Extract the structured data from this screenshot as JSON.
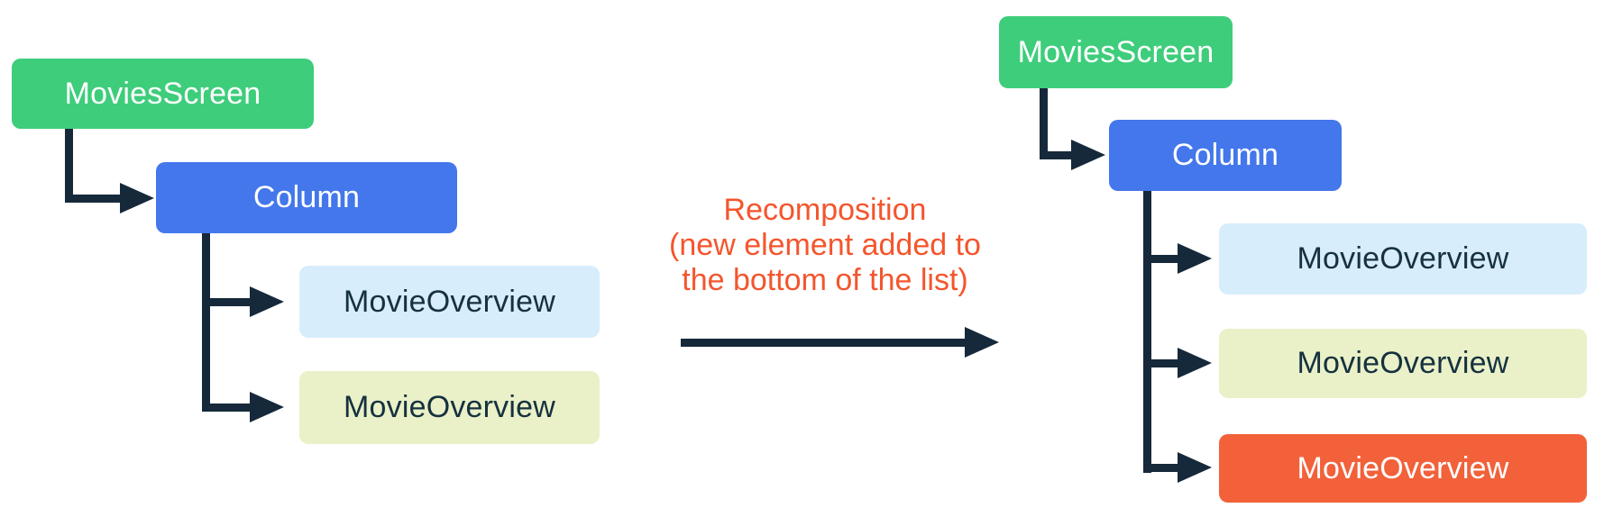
{
  "caption": {
    "line1": "Recomposition",
    "line2": "(new element added to",
    "line3": "the bottom of the list)"
  },
  "before_tree": {
    "root": "MoviesScreen",
    "container": "Column",
    "items": [
      {
        "label": "MovieOverview",
        "variant": "light-blue"
      },
      {
        "label": "MovieOverview",
        "variant": "light-yellow"
      }
    ]
  },
  "after_tree": {
    "root": "MoviesScreen",
    "container": "Column",
    "items": [
      {
        "label": "MovieOverview",
        "variant": "light-blue"
      },
      {
        "label": "MovieOverview",
        "variant": "light-yellow"
      },
      {
        "label": "MovieOverview",
        "variant": "orange",
        "highlighted": true
      }
    ]
  },
  "colors": {
    "root_green": "#3ECD7B",
    "container_blue": "#4377EB",
    "item_light_blue": "#D7EDFB",
    "item_light_yellow": "#EAF1C8",
    "item_highlight_orange": "#F2613A",
    "caption_orange": "#F4552D",
    "connector_ink": "#15293A",
    "dark_text": "#16313F"
  }
}
